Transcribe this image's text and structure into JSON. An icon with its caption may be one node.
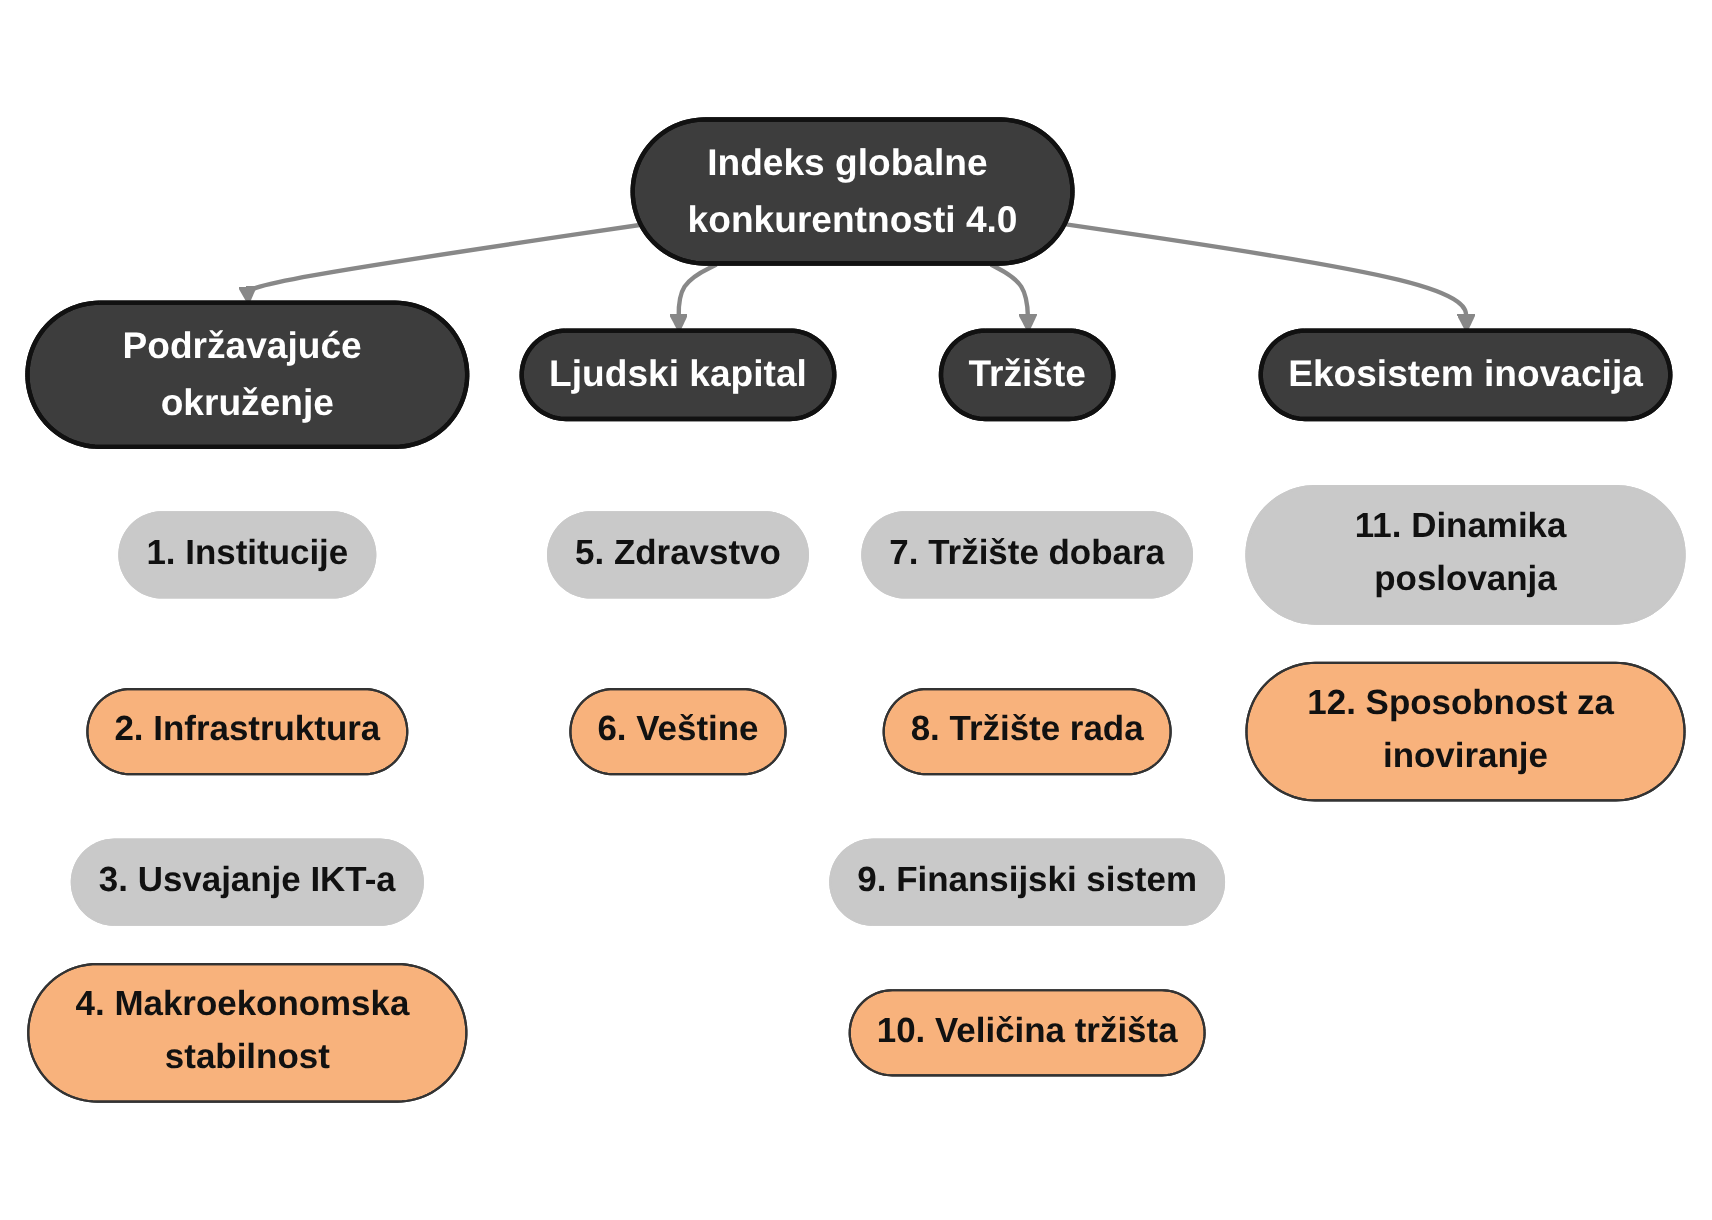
{
  "diagram": {
    "nodes": [
      {
        "text": [
          "Indeks globalne konkurentnosti 4.0"
        ]
      },
      {
        "text": [
          "Podržavajuće okruženje"
        ]
      },
      {
        "text": [
          "1. Institucije"
        ]
      },
      {
        "text": [
          "2. Infrastruktura"
        ]
      },
      {
        "text": [
          "3. Usvajanje IKT-a"
        ]
      },
      {
        "text": [
          "4. Makroekonomska stabilnost"
        ]
      },
      {
        "text": [
          "Ljudski kapital"
        ]
      },
      {
        "text": [
          "5. Zdravstvo"
        ]
      },
      {
        "text": [
          "6. Veštine"
        ]
      },
      {
        "text": [
          "Tržište"
        ]
      },
      {
        "text": [
          "7. Tržište dobara"
        ]
      },
      {
        "text": [
          "8. Tržište rada"
        ]
      },
      {
        "text": [
          "9. Finansijski sistem"
        ]
      },
      {
        "text": [
          "10. Veličina tržišta"
        ]
      },
      {
        "text": [
          "Ekosistem inovacija"
        ]
      },
      {
        "text": [
          "11. Dinamika poslovanja"
        ]
      },
      {
        "text": [
          "12. Sposobnost za inoviranje"
        ]
      }
    ],
    "edges": [
      {
        "from": 0,
        "to": 1,
        "arrow": "to"
      },
      {
        "from": 0,
        "to": 6,
        "arrow": "to"
      },
      {
        "from": 0,
        "to": 9,
        "arrow": "to"
      },
      {
        "from": 0,
        "to": 14,
        "arrow": "to"
      }
    ]
  }
}
